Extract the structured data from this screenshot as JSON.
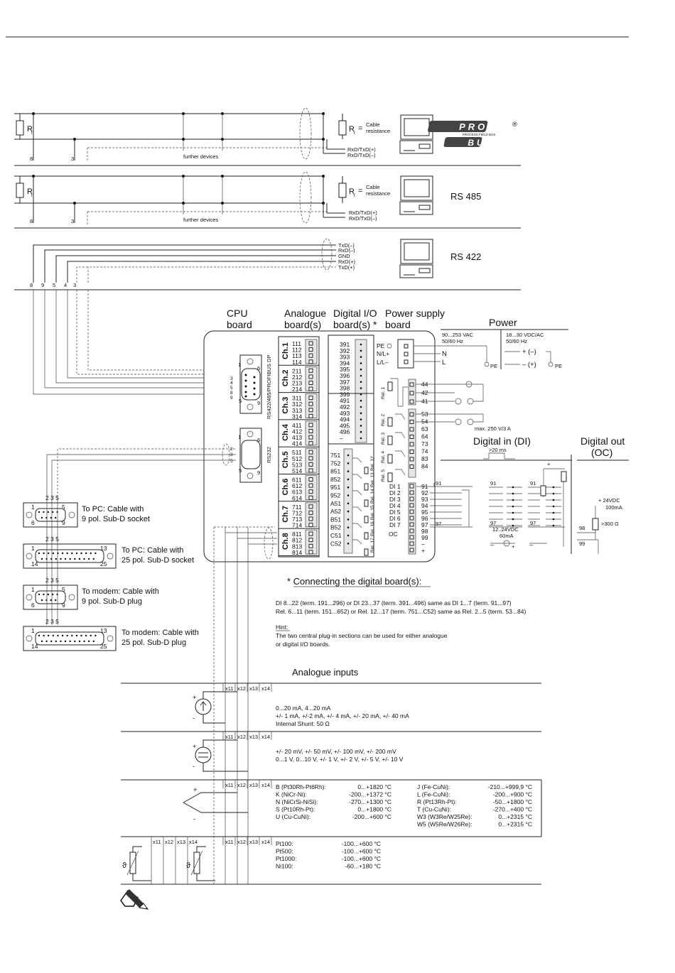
{
  "bus": {
    "profibus": {
      "r": "R",
      "r_sub": "t",
      "eq": "=",
      "cable1": "Cable",
      "cable2": "resistance",
      "txp": "RxD/TxD(+)",
      "txn": "RxD/TxD(–)",
      "further": "further devices",
      "t8": "8",
      "t3": "3",
      "logo1": "PROFI",
      "logo_small": "PROCESS FIELD BUS",
      "logo2": "BUS",
      "reg": "®"
    },
    "rs485": {
      "r": "R",
      "r_sub": "t",
      "eq": "=",
      "cable1": "Cable",
      "cable2": "resistance",
      "txp": "RxD/TxD(+)",
      "txn": "RxD/TxD(–)",
      "further": "further devices",
      "t8": "8",
      "t3": "3",
      "name": "RS 485"
    },
    "rs422": {
      "sig": [
        "TxD(–)",
        "RxD(–)",
        "GND",
        "RxD(+)",
        "TxD(+)"
      ],
      "terms": [
        "8",
        "9",
        "5",
        "4",
        "3"
      ],
      "name": "RS 422"
    }
  },
  "headers": {
    "cpu": [
      "CPU",
      "board"
    ],
    "analogue": [
      "Analogue",
      "board(s)"
    ],
    "dio": [
      "Digital I/O",
      "board(s) *"
    ],
    "psu": [
      "Power supply",
      "board"
    ],
    "power": "Power"
  },
  "power": {
    "left": [
      "90...253 VAC",
      "50/60 Hz"
    ],
    "right": [
      "18...30 VDC/AC",
      "50/60 Hz"
    ],
    "terms": [
      "PE",
      "N/L+",
      "L/L–"
    ],
    "n": "N",
    "l": "L",
    "pe": "PE",
    "plus": "+ (–)",
    "minus": "– (+)"
  },
  "cpu": {
    "port1": "RS422/485/PROFIBUS DP",
    "port2": "RS232",
    "pins1": [
      "3",
      "4",
      "5",
      "8",
      "9"
    ],
    "pins2": [
      "2",
      "3",
      "5"
    ],
    "p1": "1",
    "p6": "6",
    "p5": "5",
    "p9": "9"
  },
  "analogue": {
    "channels": [
      {
        "name": "Ch.1",
        "terms": [
          "111",
          "112",
          "113",
          "114"
        ]
      },
      {
        "name": "Ch.2",
        "terms": [
          "211",
          "212",
          "213",
          "214"
        ]
      },
      {
        "name": "Ch.3",
        "terms": [
          "311",
          "312",
          "313",
          "314"
        ]
      },
      {
        "name": "Ch.4",
        "terms": [
          "411",
          "412",
          "413",
          "414"
        ]
      },
      {
        "name": "Ch.5",
        "terms": [
          "511",
          "512",
          "513",
          "514"
        ]
      },
      {
        "name": "Ch.6",
        "terms": [
          "611",
          "612",
          "613",
          "614"
        ]
      },
      {
        "name": "Ch.7",
        "terms": [
          "711",
          "712",
          "713",
          "714"
        ]
      },
      {
        "name": "Ch.8",
        "terms": [
          "811",
          "812",
          "813",
          "814"
        ]
      }
    ]
  },
  "dio": {
    "upper": [
      "391",
      "392",
      "393",
      "394",
      "395",
      "396",
      "397",
      "398",
      "399",
      "491",
      "492",
      "493",
      "494",
      "495",
      "496",
      "–"
    ],
    "lower": [
      "751",
      "752",
      "851",
      "852",
      "951",
      "952",
      "A51",
      "A52",
      "B51",
      "B52",
      "C51",
      "C52"
    ],
    "relays": [
      "Rel. 12",
      "Rel. 13",
      "Rel. 14",
      "Rel. 15",
      "Rel. 16",
      "Rel. 17"
    ]
  },
  "psu": {
    "relays": [
      "Rel. 1",
      "Rel. 2",
      "Rel. 3",
      "Rel. 4",
      "Rel. 5"
    ],
    "terms_top": [
      "44",
      "42",
      "41"
    ],
    "terms_mid": [
      "53",
      "54",
      "63",
      "64",
      "73",
      "74",
      "83",
      "84"
    ],
    "max": "max. 250 V/3 A",
    "di": [
      "DI 1",
      "DI 2",
      "DI 3",
      "DI 4",
      "DI 5",
      "DI 6",
      "DI 7"
    ],
    "di_terms": [
      "91",
      "92",
      "93",
      "94",
      "95",
      "96",
      "97",
      "98",
      "99",
      "–",
      "+"
    ],
    "oc": "OC"
  },
  "din": {
    "title": "Digital in (DI)",
    "pulse": ">20 ms",
    "v": "12..24VDC",
    "ma": "60mA",
    "t91": "91",
    "t97": "97",
    "plus": "+",
    "minus": "–"
  },
  "dout": {
    "title1": "Digital out",
    "title2": "(OC)",
    "v": "+ 24VDC",
    "ma": "100mA",
    "r": ">300 Ω",
    "t98": "98",
    "t99": "99"
  },
  "pc": [
    {
      "label1": "To PC: Cable with",
      "label2": "9 pol. Sub-D socket",
      "pins": "2 3 5",
      "n1": "1",
      "n5": "5",
      "n6": "6",
      "n9": "9"
    },
    {
      "label1": "To PC: Cable with",
      "label2": "25 pol. Sub-D socket",
      "pins": "2 3 5",
      "n1": "1",
      "n5": "13",
      "n6": "14",
      "n9": "25"
    },
    {
      "label1": "To modem: Cable with",
      "label2": "9 pol. Sub-D plug",
      "pins": "2 3 5",
      "n1": "1",
      "n5": "5",
      "n6": "6",
      "n9": "9"
    },
    {
      "label1": "To modem: Cable with",
      "label2": "25 pol. Sub-D plug",
      "pins": "2 3 5",
      "n1": "1",
      "n5": "13",
      "n6": "14",
      "n9": "25"
    }
  ],
  "note": {
    "title": "* Connecting the digital board(s):",
    "l1": "DI 8...22 (term. 191...296) or DI 23...37 (term. 391...496) same as DI 1...7 (term. 91...97)",
    "l2": "Rel. 6...11 (term. 151...652) or Rel. 12...17 (term. 751...C52) same as Rel. 2...5 (term. 53...84)",
    "hint": "Hint:",
    "h1": "The two central plug-in sections can be used for either analogue",
    "h2": "or digital I/O boards."
  },
  "ai": {
    "title": "Analogue inputs",
    "x": [
      "x11",
      "x12",
      "x13",
      "x14"
    ],
    "current": [
      "0...20 mA, 4...20 mA",
      "+/- 1 mA, +/-2 mA, +/- 4 mA, +/- 20 mA, +/- 40 mA",
      "Internal Shunt: 50 Ω"
    ],
    "voltage": [
      "+/- 20 mV, +/- 50 mV, +/- 100 mV, +/- 200 mV",
      "0...1 V, 0...10 V, +/- 1 V, +/- 2 V, +/- 5 V, +/- 10 V"
    ],
    "tc_left": [
      [
        "B (Pt30Rh-Pt6Rh):",
        "0...+1820 °C"
      ],
      [
        "K (NiCr-Ni):",
        "-200...+1372 °C"
      ],
      [
        "N (NiCrSi-NiSi):",
        "-270...+1300 °C"
      ],
      [
        "S (Pt10Rh-Pt):",
        "0...+1800 °C"
      ],
      [
        "U (Cu-CuNi):",
        "-200...+600 °C"
      ]
    ],
    "tc_right": [
      [
        "J (Fe-CuNi):",
        "-210...+999,9 °C"
      ],
      [
        "L (Fe-CuNi):",
        "-200...+900 °C"
      ],
      [
        "R (Pt13Rh-Pt):",
        "-50...+1800 °C"
      ],
      [
        "T (Cu-CuNi):",
        "-270...+400 °C"
      ],
      [
        "W3 (W3Re/W25Re):",
        "0...+2315 °C"
      ],
      [
        "W5 (W5Re/W26Re):",
        "0...+2315 °C"
      ]
    ],
    "rtd": [
      [
        "Pt100:",
        "-100...+600 °C"
      ],
      [
        "Pt500:",
        "-100...+600 °C"
      ],
      [
        "Pt1000:",
        "-100...+600 °C"
      ],
      [
        "Ni100:",
        "-60...+180 °C"
      ]
    ],
    "pm": [
      "+",
      "-"
    ],
    "theta": "ϑ"
  }
}
